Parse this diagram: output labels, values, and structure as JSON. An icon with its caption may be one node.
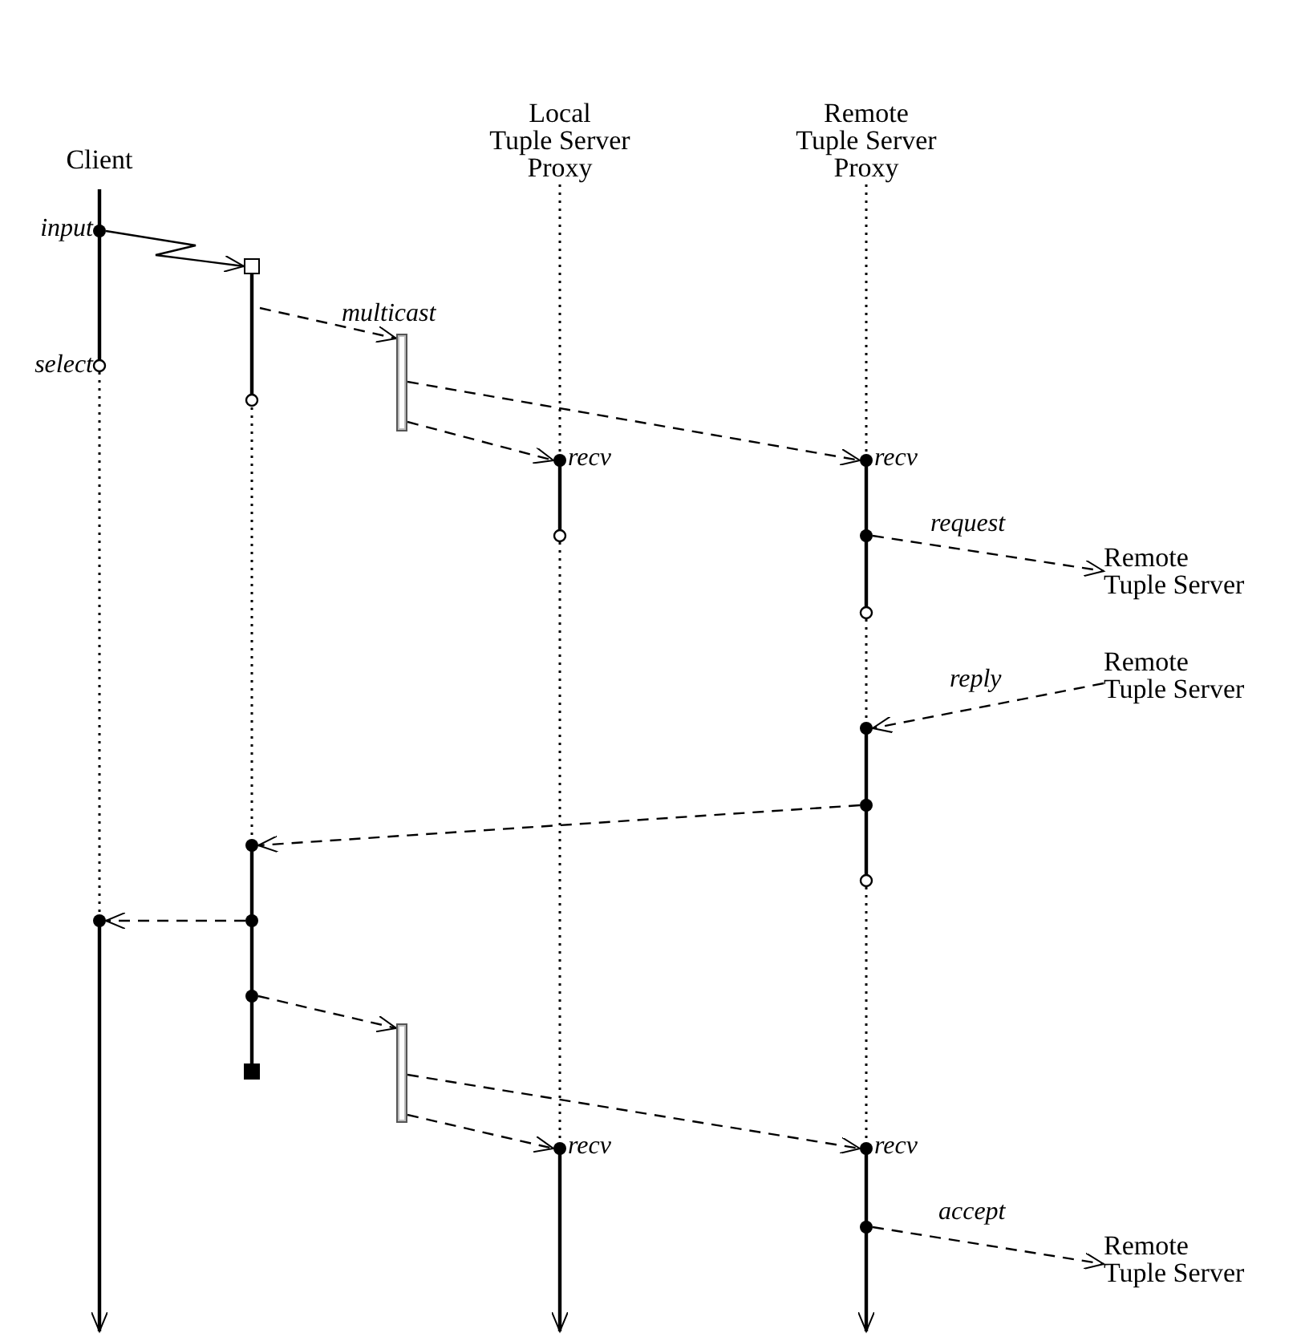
{
  "diagram": {
    "nodes": [
      {
        "text": [
          "Client"
        ]
      },
      {
        "text": [
          "Local Tuple Server Proxy"
        ]
      },
      {
        "text": [
          "Remote Tuple Server Proxy"
        ]
      },
      {
        "text": [],
        "shape": "circle",
        "beside": [
          "input"
        ]
      },
      {
        "text": [],
        "shape": "box"
      },
      {
        "text": [],
        "shape": "bar"
      },
      {
        "text": [],
        "shape": "circle",
        "beside": [
          "recv"
        ]
      },
      {
        "text": [],
        "shape": "circle",
        "beside": [
          "recv"
        ]
      },
      {
        "text": [],
        "shape": "circle"
      },
      {
        "text": [
          "Remote Tuple Server"
        ]
      },
      {
        "text": [
          "Remote Tuple Server"
        ]
      },
      {
        "text": [],
        "shape": "circle"
      },
      {
        "text": [],
        "shape": "circle"
      },
      {
        "text": [],
        "shape": "circle"
      },
      {
        "text": [],
        "shape": "circle"
      },
      {
        "text": [],
        "shape": "circle"
      },
      {
        "text": [],
        "shape": "circle"
      },
      {
        "text": [],
        "shape": "bar"
      },
      {
        "text": [],
        "shape": "circle",
        "beside": [
          "recv"
        ]
      },
      {
        "text": [],
        "shape": "circle",
        "beside": [
          "recv"
        ]
      },
      {
        "text": [],
        "shape": "circle"
      },
      {
        "text": [
          "Remote Tuple Server"
        ]
      }
    ],
    "edges": [
      {
        "from": 3,
        "to": 4,
        "arrow": "to"
      },
      {
        "from": 4,
        "to": 5,
        "arrow": "to",
        "label": "multicast",
        "style": "dashed"
      },
      {
        "from": 5,
        "to": 7,
        "arrow": "to",
        "style": "dashed"
      },
      {
        "from": 5,
        "to": 6,
        "arrow": "to",
        "style": "dashed"
      },
      {
        "from": 8,
        "to": 9,
        "arrow": "to",
        "label": "request",
        "style": "dashed"
      },
      {
        "from": 10,
        "to": 11,
        "arrow": "to",
        "label": "reply",
        "style": "dashed"
      },
      {
        "from": 12,
        "to": 13,
        "arrow": "to",
        "style": "dashed"
      },
      {
        "from": 15,
        "to": 14,
        "arrow": "to",
        "style": "dashed"
      },
      {
        "from": 16,
        "to": 17,
        "arrow": "to",
        "style": "dashed"
      },
      {
        "from": 17,
        "to": 19,
        "arrow": "to",
        "style": "dashed"
      },
      {
        "from": 17,
        "to": 18,
        "arrow": "to",
        "style": "dashed"
      },
      {
        "from": 20,
        "to": 21,
        "arrow": "to",
        "label": "accept",
        "style": "dashed"
      }
    ],
    "labels": [
      "select"
    ]
  }
}
